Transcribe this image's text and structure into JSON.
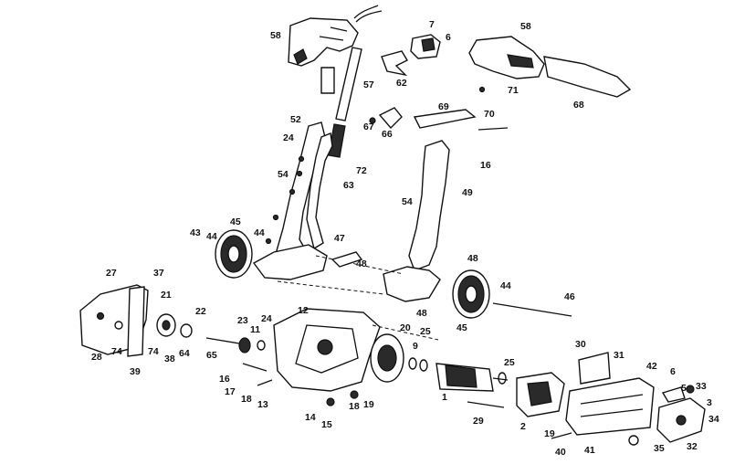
{
  "header_fragment": "",
  "callouts": [
    {
      "id": "c58a",
      "text": "58"
    },
    {
      "id": "c7",
      "text": "7"
    },
    {
      "id": "c6a",
      "text": "6"
    },
    {
      "id": "c58b",
      "text": "58"
    },
    {
      "id": "c57",
      "text": "57"
    },
    {
      "id": "c62",
      "text": "62"
    },
    {
      "id": "c71",
      "text": "71"
    },
    {
      "id": "c68",
      "text": "68"
    },
    {
      "id": "c69",
      "text": "69"
    },
    {
      "id": "c70",
      "text": "70"
    },
    {
      "id": "c67",
      "text": "67"
    },
    {
      "id": "c66",
      "text": "66"
    },
    {
      "id": "c52",
      "text": "52"
    },
    {
      "id": "c24a",
      "text": "24"
    },
    {
      "id": "c72",
      "text": "72"
    },
    {
      "id": "c63",
      "text": "63"
    },
    {
      "id": "c54a",
      "text": "54"
    },
    {
      "id": "c16a",
      "text": "16"
    },
    {
      "id": "c49a",
      "text": "49"
    },
    {
      "id": "c54b",
      "text": "54"
    },
    {
      "id": "c45a",
      "text": "45"
    },
    {
      "id": "c43",
      "text": "43"
    },
    {
      "id": "c44a",
      "text": "44"
    },
    {
      "id": "c44b",
      "text": "44"
    },
    {
      "id": "c47",
      "text": "47"
    },
    {
      "id": "c48a",
      "text": "48"
    },
    {
      "id": "c48b",
      "text": "48"
    },
    {
      "id": "c27",
      "text": "27"
    },
    {
      "id": "c37",
      "text": "37"
    },
    {
      "id": "c21",
      "text": "21"
    },
    {
      "id": "c44c",
      "text": "44"
    },
    {
      "id": "c46",
      "text": "46"
    },
    {
      "id": "c12",
      "text": "12"
    },
    {
      "id": "c45b",
      "text": "45"
    },
    {
      "id": "c48c",
      "text": "48"
    },
    {
      "id": "c22",
      "text": "22"
    },
    {
      "id": "c23",
      "text": "23"
    },
    {
      "id": "c24b",
      "text": "24"
    },
    {
      "id": "c20",
      "text": "20"
    },
    {
      "id": "c28",
      "text": "28"
    },
    {
      "id": "c74a",
      "text": "74"
    },
    {
      "id": "c74b",
      "text": "74"
    },
    {
      "id": "c38",
      "text": "38"
    },
    {
      "id": "c64",
      "text": "64"
    },
    {
      "id": "c65",
      "text": "65"
    },
    {
      "id": "c11",
      "text": "11"
    },
    {
      "id": "c9",
      "text": "9"
    },
    {
      "id": "c25a",
      "text": "25"
    },
    {
      "id": "c30",
      "text": "30"
    },
    {
      "id": "c31",
      "text": "31"
    },
    {
      "id": "c39",
      "text": "39"
    },
    {
      "id": "c16b",
      "text": "16"
    },
    {
      "id": "c25b",
      "text": "25"
    },
    {
      "id": "c42",
      "text": "42"
    },
    {
      "id": "c6b",
      "text": "6"
    },
    {
      "id": "c5",
      "text": "5"
    },
    {
      "id": "c33",
      "text": "33"
    },
    {
      "id": "c17",
      "text": "17"
    },
    {
      "id": "c18a",
      "text": "18"
    },
    {
      "id": "c13",
      "text": "13"
    },
    {
      "id": "c1",
      "text": "1"
    },
    {
      "id": "c3",
      "text": "3"
    },
    {
      "id": "c34",
      "text": "34"
    },
    {
      "id": "c18b",
      "text": "18"
    },
    {
      "id": "c19a",
      "text": "19"
    },
    {
      "id": "c14",
      "text": "14"
    },
    {
      "id": "c29",
      "text": "29"
    },
    {
      "id": "c2",
      "text": "2"
    },
    {
      "id": "c15",
      "text": "15"
    },
    {
      "id": "c19b",
      "text": "19"
    },
    {
      "id": "c40",
      "text": "40"
    },
    {
      "id": "c41",
      "text": "41"
    },
    {
      "id": "c35",
      "text": "35"
    },
    {
      "id": "c32",
      "text": "32"
    }
  ]
}
